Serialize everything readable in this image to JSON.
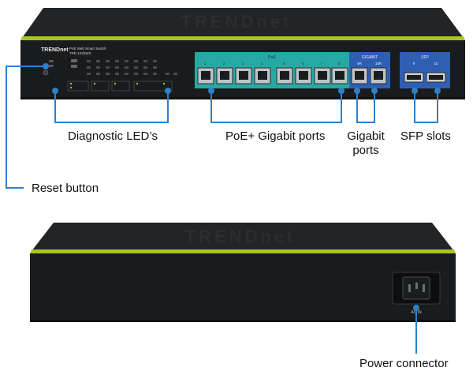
{
  "front_panel": {
    "brand": "TRENDnet",
    "model_line1": "PoE Web Smart Switch",
    "model_line2": "TPE-1020WS",
    "poe_group": "PoE",
    "gigabit_group": "GIGABIT",
    "sfp_group": "SFP",
    "port_numbers": [
      "1",
      "2",
      "3",
      "4",
      "5",
      "6",
      "7",
      "8"
    ],
    "gigabit_port_numbers": [
      "9R",
      "10R"
    ],
    "sfp_port_numbers": [
      "9",
      "10"
    ],
    "led_legend": [
      "PWR",
      "SYS",
      "RESET",
      "PORT ACTIVITY",
      "PO ON",
      "PO ERROR",
      "1000",
      "10/100",
      "LINK",
      "ACT"
    ]
  },
  "rear_panel": {
    "power_label": "AC IN"
  },
  "callouts": {
    "diagnostic_leds": "Diagnostic LED’s",
    "poe_ports": "PoE+ Gigabit ports",
    "gigabit_ports_line1": "Gigabit",
    "gigabit_ports_line2": "ports",
    "sfp_slots": "SFP slots",
    "reset_button": "Reset button",
    "power_connector": "Power connector"
  },
  "colors": {
    "chassis": "#1d1e20",
    "accent_green": "#a8c61a",
    "poe_teal": "#27a9a3",
    "gigabit_blue": "#2f5fb3",
    "callout_blue": "#2f80c8"
  }
}
